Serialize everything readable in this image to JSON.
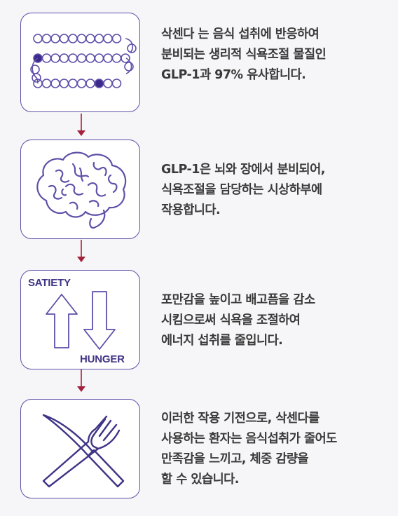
{
  "colors": {
    "accent": "#5f4fa8",
    "arrow": "#a3213a",
    "text": "#3a3a3a",
    "dark_dot": "#3b2a8c"
  },
  "steps": [
    {
      "icon": "peptide-chain-icon",
      "lines": [
        "삭센다 는 음식 섭취에 반응하여",
        "분비되는 생리적 식욕조절 물질인",
        "GLP-1과 97% 유사합니다."
      ]
    },
    {
      "icon": "brain-icon",
      "lines": [
        "GLP-1은 뇌와 장에서 분비되어,",
        "식욕조절을 담당하는 시상하부에",
        "작용합니다."
      ]
    },
    {
      "icon": "satiety-hunger-arrows-icon",
      "label_satiety": "SATIETY",
      "label_hunger": "HUNGER",
      "lines": [
        "포만감을 높이고 배고픔을 감소",
        "시킴으로써 식욕을 조절하여",
        "에너지 섭취를 줄입니다."
      ]
    },
    {
      "icon": "fork-knife-icon",
      "lines": [
        "이러한 작용 기전으로, 삭센다를",
        "사용하는 환자는 음식섭취가 줄어도",
        "만족감을 느끼고, 체중 감량을",
        "할 수 있습니다."
      ]
    }
  ]
}
